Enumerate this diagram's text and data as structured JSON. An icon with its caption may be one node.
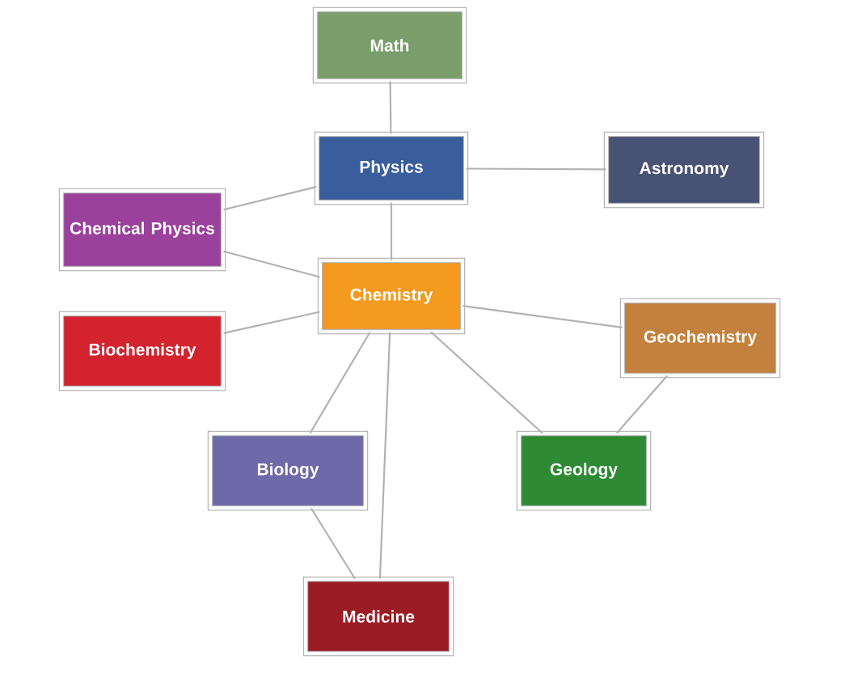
{
  "diagram": {
    "nodes": [
      {
        "text": [
          "Math"
        ]
      },
      {
        "text": [
          "Physics"
        ]
      },
      {
        "text": [
          "Astronomy"
        ]
      },
      {
        "text": [
          "Chemical Physics"
        ]
      },
      {
        "text": [
          "Chemistry"
        ]
      },
      {
        "text": [
          "Biochemistry"
        ]
      },
      {
        "text": [
          "Geochemistry"
        ]
      },
      {
        "text": [
          "Biology"
        ]
      },
      {
        "text": [
          "Geology"
        ]
      },
      {
        "text": [
          "Medicine"
        ]
      }
    ],
    "edges": [
      {
        "from": 0,
        "to": 1,
        "arrow": "none"
      },
      {
        "from": 1,
        "to": 2,
        "arrow": "none"
      },
      {
        "from": 1,
        "to": 3,
        "arrow": "none"
      },
      {
        "from": 1,
        "to": 4,
        "arrow": "none"
      },
      {
        "from": 3,
        "to": 4,
        "arrow": "none"
      },
      {
        "from": 5,
        "to": 4,
        "arrow": "none"
      },
      {
        "from": 4,
        "to": 6,
        "arrow": "none"
      },
      {
        "from": 4,
        "to": 8,
        "arrow": "none"
      },
      {
        "from": 6,
        "to": 8,
        "arrow": "none"
      },
      {
        "from": 4,
        "to": 7,
        "arrow": "none"
      },
      {
        "from": 4,
        "to": 9,
        "arrow": "none"
      },
      {
        "from": 7,
        "to": 9,
        "arrow": "none"
      }
    ]
  }
}
